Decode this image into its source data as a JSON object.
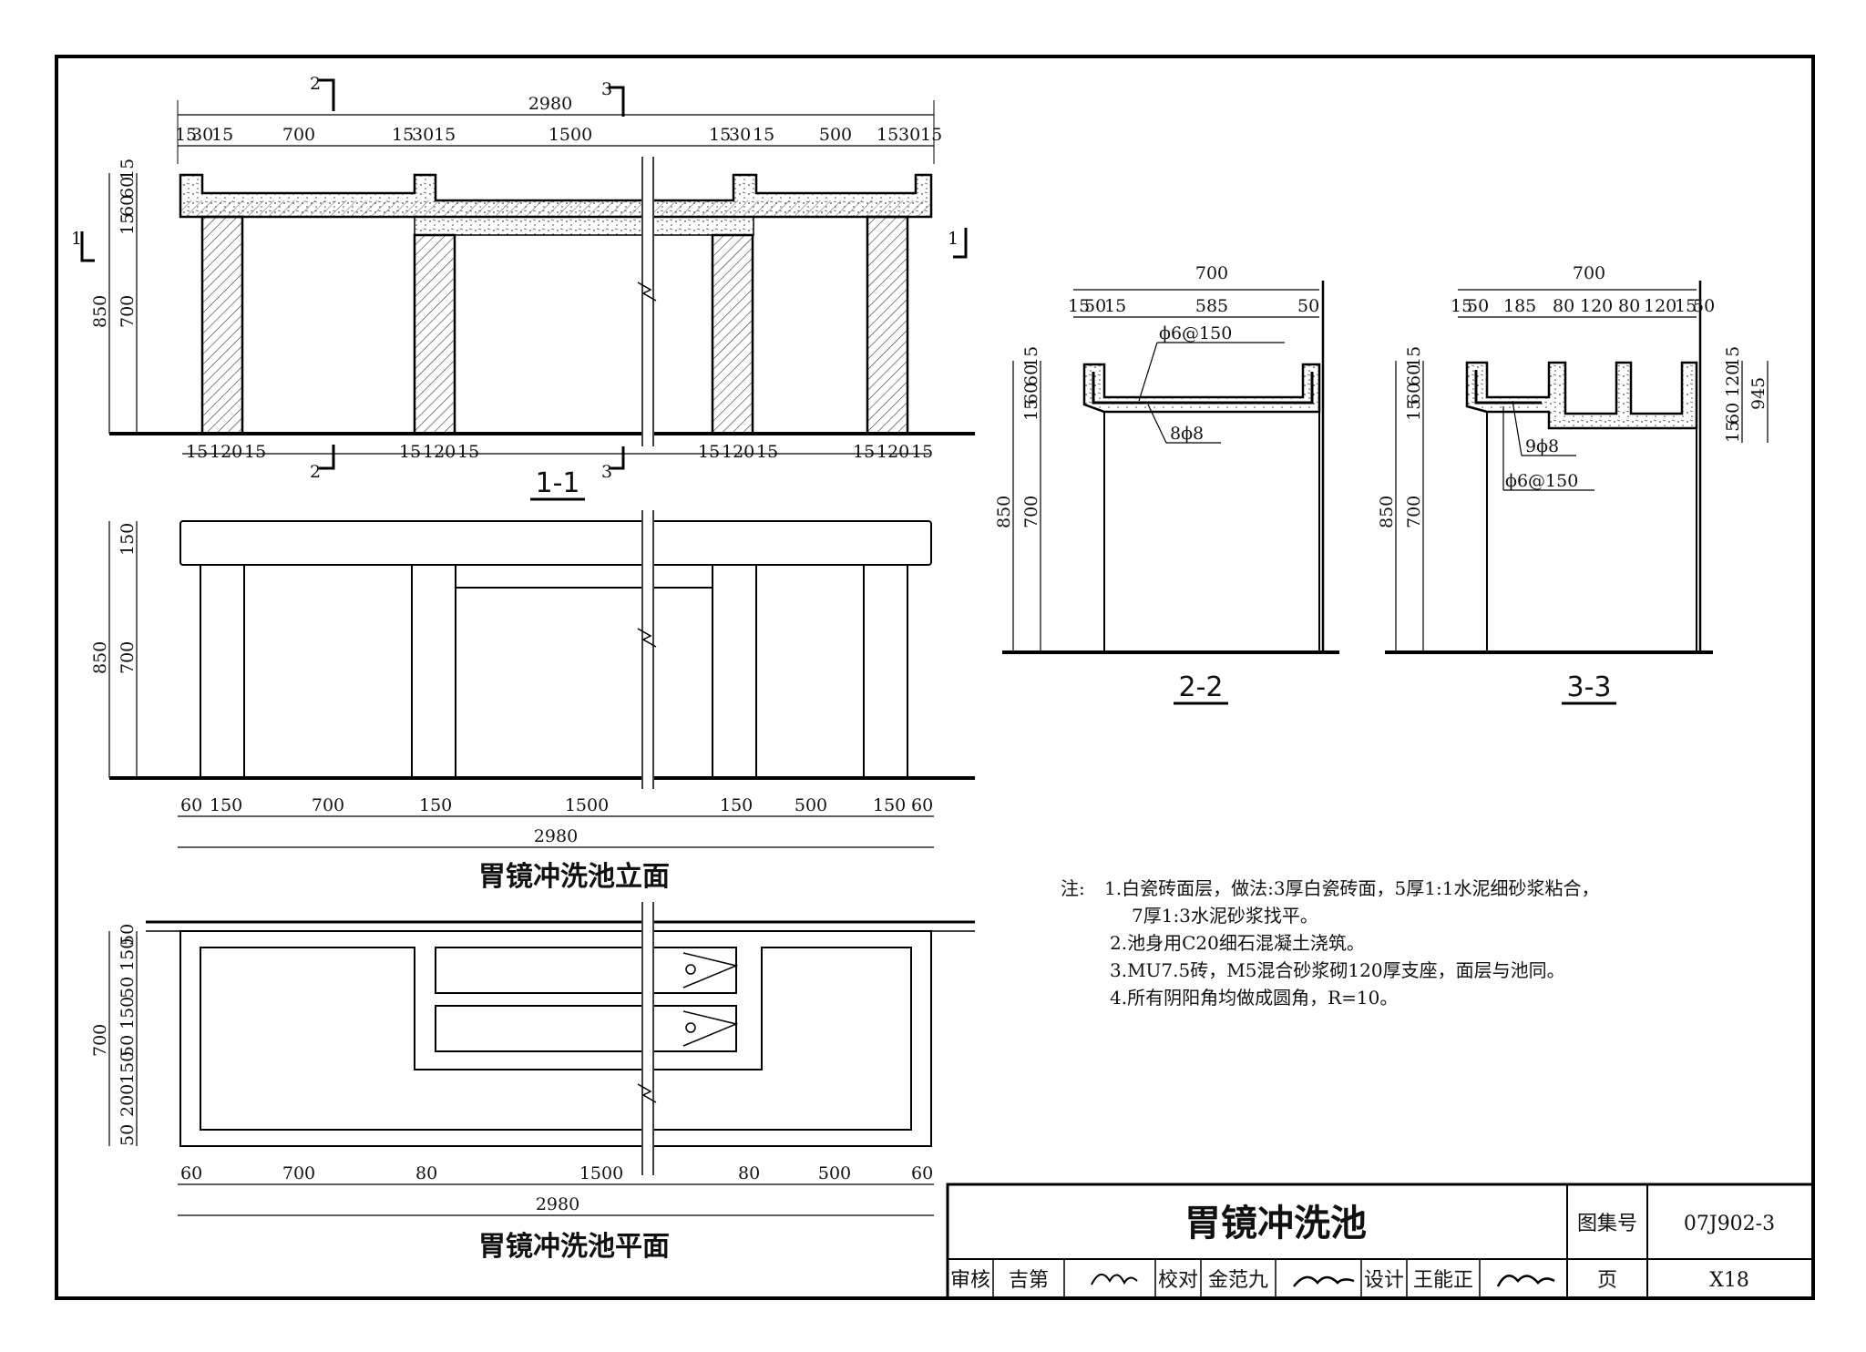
{
  "section_1_1": {
    "label": "1-1",
    "cut_label_2": "2",
    "cut_label_3": "3",
    "cut_label_1": "1",
    "total": "2980",
    "top_dims": [
      "15",
      "30",
      "15",
      "700",
      "15",
      "30",
      "15",
      "1500",
      "15",
      "30",
      "15",
      "500",
      "15",
      "30",
      "15"
    ],
    "bottom_dims": [
      "15",
      "120",
      "15",
      "15",
      "120",
      "15",
      "15",
      "120",
      "15",
      "15",
      "120",
      "15"
    ],
    "left_dims": [
      "15",
      "60",
      "60",
      "15",
      "850",
      "700"
    ]
  },
  "elevation": {
    "title": "胃镜冲洗池立面",
    "left_dims": [
      "150",
      "850",
      "700"
    ],
    "bottom_dims": [
      "60",
      "150",
      "700",
      "150",
      "1500",
      "150",
      "500",
      "150",
      "60"
    ],
    "total": "2980"
  },
  "plan": {
    "title": "胃镜冲洗池平面",
    "left_dims": [
      "50",
      "150",
      "50",
      "150",
      "50",
      "150",
      "700",
      "200",
      "50"
    ],
    "bottom_dims": [
      "60",
      "700",
      "80",
      "1500",
      "80",
      "500",
      "60"
    ],
    "total": "2980"
  },
  "section_2_2": {
    "label": "2-2",
    "top_total": "700",
    "top_dims": [
      "15",
      "50",
      "15",
      "585",
      "50"
    ],
    "rebar_1": "ϕ6@150",
    "rebar_2": "8ϕ8",
    "left_dims": [
      "15",
      "60",
      "60",
      "15",
      "850",
      "700"
    ]
  },
  "section_3_3": {
    "label": "3-3",
    "top_total": "700",
    "top_dims": [
      "15",
      "50",
      "185",
      "80",
      "120",
      "80",
      "120",
      "15",
      "50"
    ],
    "rebar_1": "9ϕ8",
    "rebar_2": "ϕ6@150",
    "left_dims": [
      "15",
      "60",
      "60",
      "15",
      "850",
      "700"
    ],
    "right_dims": [
      "15",
      "120",
      "60",
      "15",
      "945"
    ]
  },
  "notes": {
    "prefix": "注:",
    "items": [
      "1.白瓷砖面层，做法:3厚白瓷砖面，5厚1:1水泥细砂浆粘合，",
      "7厚1:3水泥砂浆找平。",
      "2.池身用C20细石混凝土浇筑。",
      "3.MU7.5砖，M5混合砂浆砌120厚支座，面层与池同。",
      "4.所有阴阳角均做成圆角，R=10。"
    ]
  },
  "title_block": {
    "drawing_title": "胃镜冲洗池",
    "atlas_label": "图集号",
    "atlas_no": "07J902-3",
    "page_label": "页",
    "page_no": "X18",
    "review_label": "审核",
    "reviewer": "吉第",
    "check_label": "校对",
    "checker": "金范九",
    "design_label": "设计",
    "designer": "王能正"
  }
}
